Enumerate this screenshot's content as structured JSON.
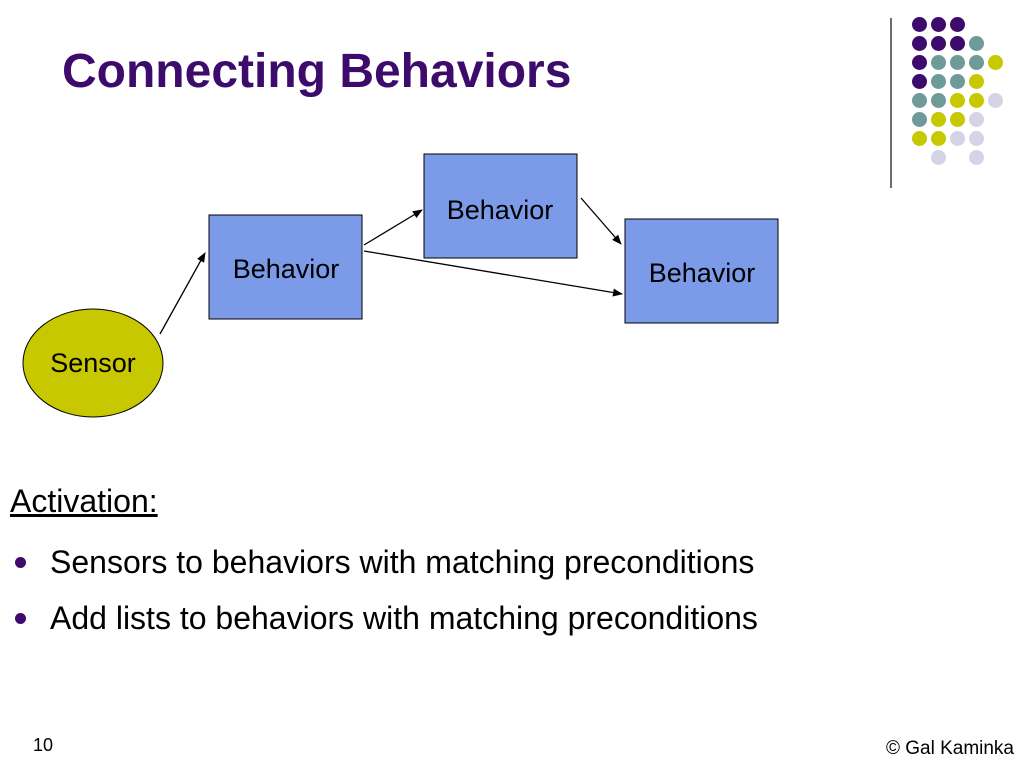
{
  "slide": {
    "title": "Connecting Behaviors",
    "slide_number": "10",
    "copyright": "© Gal Kaminka"
  },
  "diagram": {
    "sensor_label": "Sensor",
    "behavior_left_label": "Behavior",
    "behavior_top_label": "Behavior",
    "behavior_right_label": "Behavior"
  },
  "content": {
    "heading": "Activation:",
    "bullets": [
      "Sensors to behaviors with matching preconditions",
      "Add lists to behaviors with matching preconditions"
    ]
  },
  "colors": {
    "title": "#3d0b6b",
    "behavior_fill": "#7b9ae8",
    "sensor_fill": "#c8c800",
    "dot_purple": "#3d0b6b",
    "dot_teal": "#6e9a9a",
    "dot_yellow": "#c8c800",
    "dot_lavender": "#d4d4e6"
  }
}
